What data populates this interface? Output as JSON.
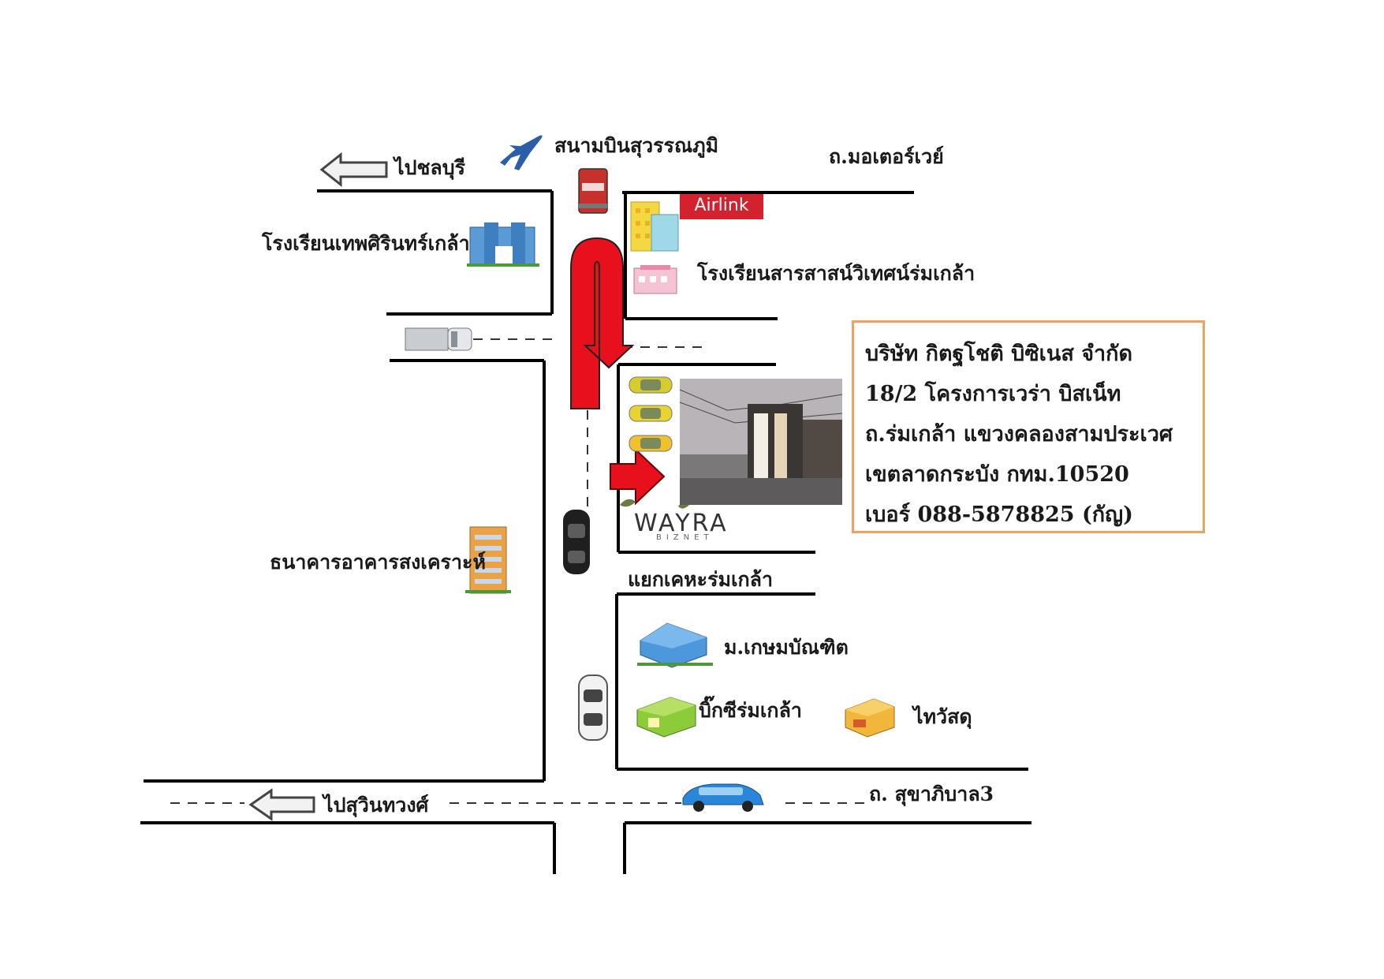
{
  "labels": {
    "airport": "สนามบินสุวรรณภูมิ",
    "to_chonburi": "ไปชลบุรี",
    "motorway": "ถ.มอเตอร์เวย์",
    "school_thepsirin": "โรงเรียนเทพศิรินทร์เกล้า",
    "school_sarasas": "โรงเรียนสารสาสน์วิเทศน์ร่มเกล้า",
    "gh_bank": "ธนาคารอาคารสงเคราะห์",
    "keha_junction": "แยกเคหะร่มเกล้า",
    "kasem_bundit": "ม.เกษมบัณฑิต",
    "bigc": "บิ๊กซีร่มเกล้า",
    "thai_watsadu": "ไทวัสดุ",
    "to_suwinthawong": "ไปสุวินทวงศ์",
    "sukhaphiban3": "ถ. สุขาภิบาล3"
  },
  "brands": {
    "airlink": "Airlink",
    "wayra": "WAYRA",
    "wayra_sub": "BIZNET"
  },
  "company": {
    "name": "บริษัท กิตฐโชติ บิซิเนส จำกัด",
    "address1": "18/2 โครงการเวร่า บิสเน็ท",
    "address2": "ถ.ร่มเกล้า แขวงคลองสามประเวศ",
    "address3": "เขตลาดกระบัง กทม.10520",
    "phone": "เบอร์ 088-5878825 (กัญ)"
  },
  "colors": {
    "road": "#000000",
    "route_arrow": "#e8101c",
    "box_border": "#f0a060",
    "airlink": "#d3212e"
  },
  "icons": [
    "airplane-icon",
    "truck-icon",
    "building-icon",
    "school-icon",
    "car-icon",
    "store-icon"
  ]
}
